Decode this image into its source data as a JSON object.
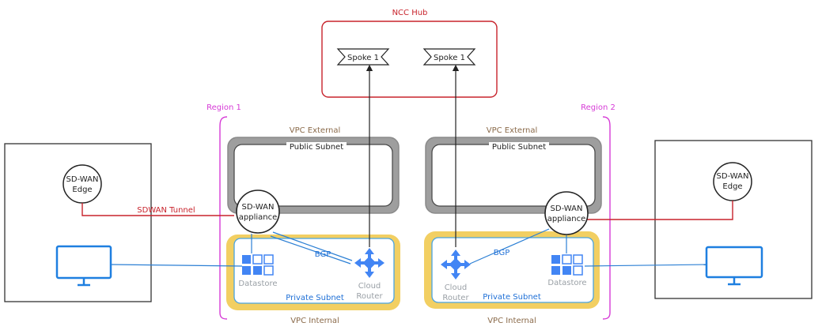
{
  "colors": {
    "ncc": "#c8232c",
    "region": "#d63ad6",
    "tunnel": "#c8232c",
    "vpc_label": "#8a6a4a",
    "private_subnet_label": "#1e6fd6",
    "subnet_outline": "#4aa3e0",
    "gold": "#f2cf62",
    "grey": "#9e9e9e",
    "monitor": "#1e7fe0",
    "icon_blue": "#4285f4",
    "icon_light": "#aecbfa",
    "icon_label": "#9aa0a6",
    "line_dark": "#333333",
    "blue_line": "#2b7fd4"
  },
  "hub": {
    "title": "NCC Hub",
    "spoke_left": "Spoke 1",
    "spoke_right": "Spoke 1"
  },
  "region_left": {
    "label": "Region 1",
    "vpc_external": "VPC External",
    "public_subnet": "Public Subnet",
    "appliance": [
      "SD-WAN",
      "appliance"
    ],
    "bgp": "BGP",
    "datastore": "Datastore",
    "cloud_router": [
      "Cloud",
      "Router"
    ],
    "private_subnet": "Private Subnet",
    "vpc_internal": "VPC Internal"
  },
  "region_right": {
    "label": "Region 2",
    "vpc_external": "VPC External",
    "public_subnet": "Public Subnet",
    "appliance": [
      "SD-WAN",
      "appliance"
    ],
    "bgp": "BGP",
    "datastore": "Datastore",
    "cloud_router": [
      "Cloud",
      "Router"
    ],
    "private_subnet": "Private Subnet",
    "vpc_internal": "VPC Internal"
  },
  "site_left": {
    "edge": [
      "SD-WAN",
      "Edge"
    ],
    "tunnel": "SDWAN Tunnel"
  },
  "site_right": {
    "edge": [
      "SD-WAN",
      "Edge"
    ]
  }
}
